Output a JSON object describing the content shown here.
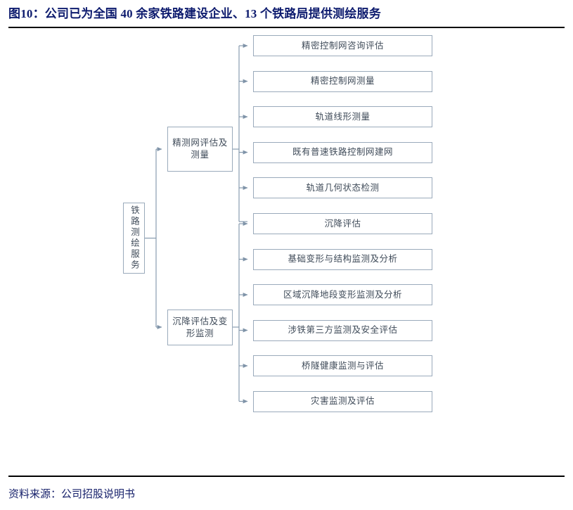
{
  "figure": {
    "title": "图10：公司已为全国 40 余家铁路建设企业、13 个铁路局提供测绘服务",
    "source": "资料来源：公司招股说明书",
    "title_color": "#0d1b6e",
    "source_color": "#17216b",
    "rule_color": "#000000"
  },
  "diagram": {
    "type": "tree",
    "node_border_color": "#9aaabb",
    "node_text_color": "#3f4b59",
    "connector_color": "#7f93a8",
    "root": {
      "label": "铁路测绘服务",
      "orientation": "vertical"
    },
    "branches": [
      {
        "label": "精测网评估及测量",
        "leaves": [
          "精密控制网咨询评估",
          "精密控制网测量",
          "轨道线形测量",
          "既有普速铁路控制网建网",
          "轨道几何状态检测"
        ]
      },
      {
        "label": "沉降评估及变形监测",
        "leaves": [
          "沉降评估",
          "基础变形与结构监测及分析",
          "区域沉降地段变形监测及分析",
          "涉铁第三方监测及安全评估",
          "桥隧健康监测与评估",
          "灾害监测及评估"
        ]
      }
    ],
    "leaves_flat": [
      "精密控制网咨询评估",
      "精密控制网测量",
      "轨道线形测量",
      "既有普速铁路控制网建网",
      "轨道几何状态检测",
      "沉降评估",
      "基础变形与结构监测及分析",
      "区域沉降地段变形监测及分析",
      "涉铁第三方监测及安全评估",
      "桥隧健康监测与评估",
      "灾害监测及评估"
    ]
  }
}
